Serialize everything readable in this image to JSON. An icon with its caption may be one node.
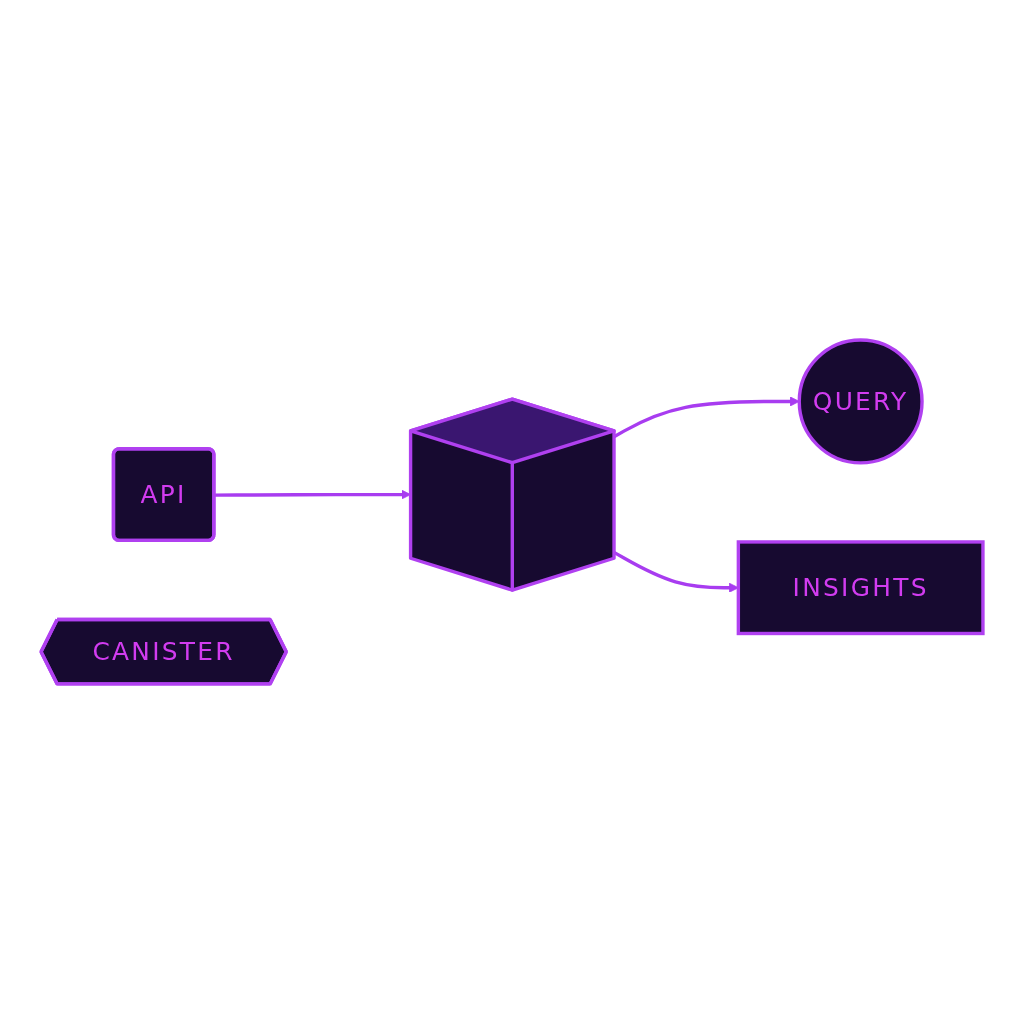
{
  "diagram": {
    "nodes": [
      {
        "text": [
          "API"
        ]
      },
      {
        "text": [],
        "shape": "cube"
      },
      {
        "text": [
          "QUERY"
        ]
      },
      {
        "text": [
          "INSIGHTS"
        ]
      },
      {
        "text": [
          "CANISTER"
        ]
      }
    ],
    "edges": [
      {
        "from": 0,
        "to": 1,
        "arrow": "to"
      },
      {
        "from": 1,
        "to": 2,
        "arrow": "to"
      },
      {
        "from": 1,
        "to": 3,
        "arrow": "to"
      }
    ]
  }
}
